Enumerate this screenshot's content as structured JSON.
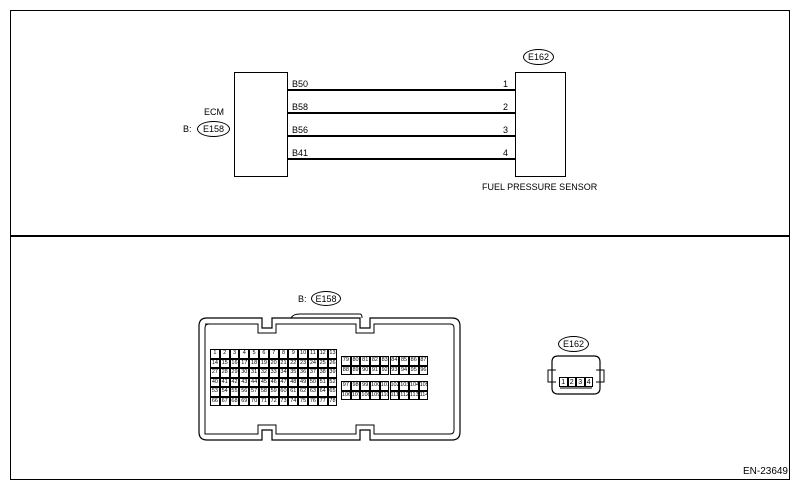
{
  "ecm": {
    "name": "ECM",
    "prefix": "B:",
    "connector": "E158"
  },
  "sensor": {
    "name": "FUEL PRESSURE SENSOR",
    "connector": "E162"
  },
  "wires": [
    {
      "ecm_pin": "B50",
      "sensor_pin": "1"
    },
    {
      "ecm_pin": "B58",
      "sensor_pin": "2"
    },
    {
      "ecm_pin": "B56",
      "sensor_pin": "3"
    },
    {
      "ecm_pin": "B41",
      "sensor_pin": "4"
    }
  ],
  "bottom_ecm": {
    "prefix": "B:",
    "connector": "E158"
  },
  "bottom_sensor": {
    "connector": "E162"
  },
  "ecm_pins_left": [
    [
      "1",
      "2",
      "3",
      "4",
      "5",
      "6",
      "7",
      "8",
      "9",
      "10",
      "11",
      "12",
      "13"
    ],
    [
      "14",
      "15",
      "16",
      "17",
      "18",
      "19",
      "20",
      "21",
      "22",
      "23",
      "24",
      "25",
      "26"
    ],
    [
      "27",
      "28",
      "29",
      "30",
      "31",
      "32",
      "33",
      "34",
      "35",
      "36",
      "37",
      "38",
      "39"
    ],
    [
      "40",
      "41",
      "42",
      "43",
      "44",
      "45",
      "46",
      "47",
      "48",
      "49",
      "50",
      "51",
      "52"
    ],
    [
      "53",
      "54",
      "55",
      "56",
      "57",
      "58",
      "59",
      "60",
      "61",
      "62",
      "63",
      "64",
      "65"
    ],
    [
      "66",
      "67",
      "68",
      "69",
      "70",
      "71",
      "72",
      "73",
      "74",
      "75",
      "76",
      "77",
      "78"
    ]
  ],
  "ecm_pins_right_top": [
    [
      "79",
      "80",
      "81",
      "82",
      "83",
      "84",
      "85",
      "86",
      "87"
    ],
    [
      "88",
      "89",
      "90",
      "91",
      "92",
      "93",
      "94",
      "95",
      "96"
    ]
  ],
  "ecm_pins_right_bottom": [
    [
      "97",
      "98",
      "99",
      "100",
      "101",
      "102",
      "103",
      "104",
      "105"
    ],
    [
      "106",
      "107",
      "108",
      "109",
      "110",
      "111",
      "112",
      "113",
      "114"
    ]
  ],
  "sensor_pins": [
    "1",
    "2",
    "3",
    "4"
  ],
  "doc_id": "EN-23649"
}
